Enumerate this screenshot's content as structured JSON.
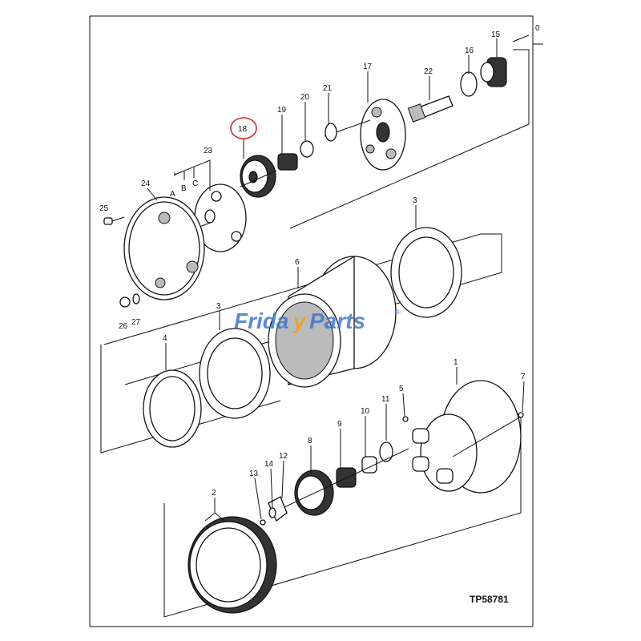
{
  "diagram": {
    "drawing_code": "TP58781",
    "highlighted_callout": "18",
    "highlight_color": "#d42a2a",
    "watermark": {
      "part1": "Frida",
      "part2": "y",
      "part3": "Parts",
      "reg": "®",
      "color_main": "#3f78c8",
      "color_accent": "#f0a020"
    },
    "callouts": {
      "c0": "0",
      "c1": "1",
      "c2": "2",
      "c3a": "3",
      "c3b": "3",
      "c4": "4",
      "c5": "5",
      "c6": "6",
      "c7": "7",
      "c8": "8",
      "c9": "9",
      "c10": "10",
      "c11": "11",
      "c12": "12",
      "c13": "13",
      "c14": "14",
      "c15": "15",
      "c16": "16",
      "c17": "17",
      "c18": "18",
      "c19": "19",
      "c20": "20",
      "c21": "21",
      "c22": "22",
      "c23": "23",
      "c23A": "A",
      "c23B": "B",
      "c23C": "C",
      "c24": "24",
      "c25": "25",
      "c26": "26",
      "c27": "27"
    }
  }
}
